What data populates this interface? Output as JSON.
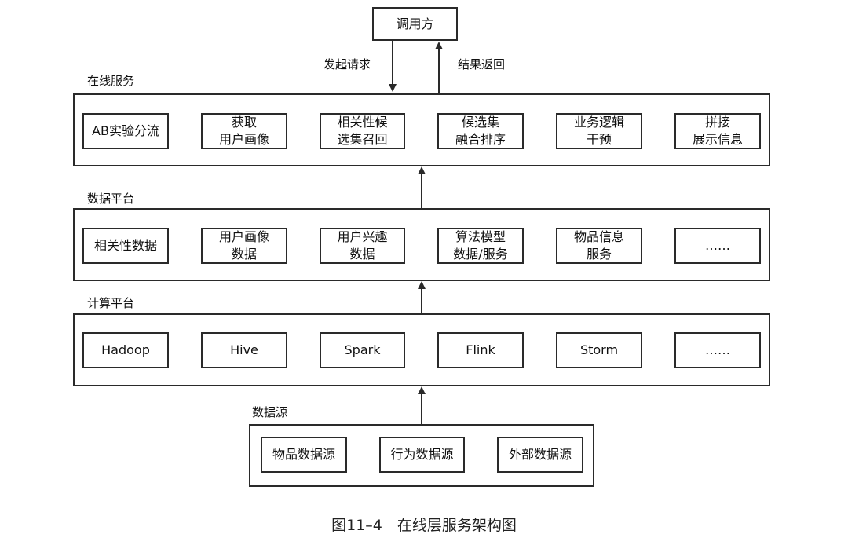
{
  "caller": {
    "label": "调用方"
  },
  "links": {
    "request": "发起请求",
    "result": "结果返回"
  },
  "online": {
    "title": "在线服务",
    "steps": [
      "AB实验分流",
      "获取\n用户画像",
      "相关性候\n选集召回",
      "候选集\n融合排序",
      "业务逻辑\n干预",
      "拼接\n展示信息"
    ]
  },
  "data_platform": {
    "title": "数据平台",
    "items": [
      "相关性数据",
      "用户画像\n数据",
      "用户兴趣\n数据",
      "算法模型\n数据/服务",
      "物品信息\n服务",
      "……"
    ]
  },
  "compute_platform": {
    "title": "计算平台",
    "items": [
      "Hadoop",
      "Hive",
      "Spark",
      "Flink",
      "Storm",
      "……"
    ]
  },
  "data_source": {
    "title": "数据源",
    "items": [
      "物品数据源",
      "行为数据源",
      "外部数据源"
    ]
  },
  "caption": "图11–4　在线层服务架构图"
}
